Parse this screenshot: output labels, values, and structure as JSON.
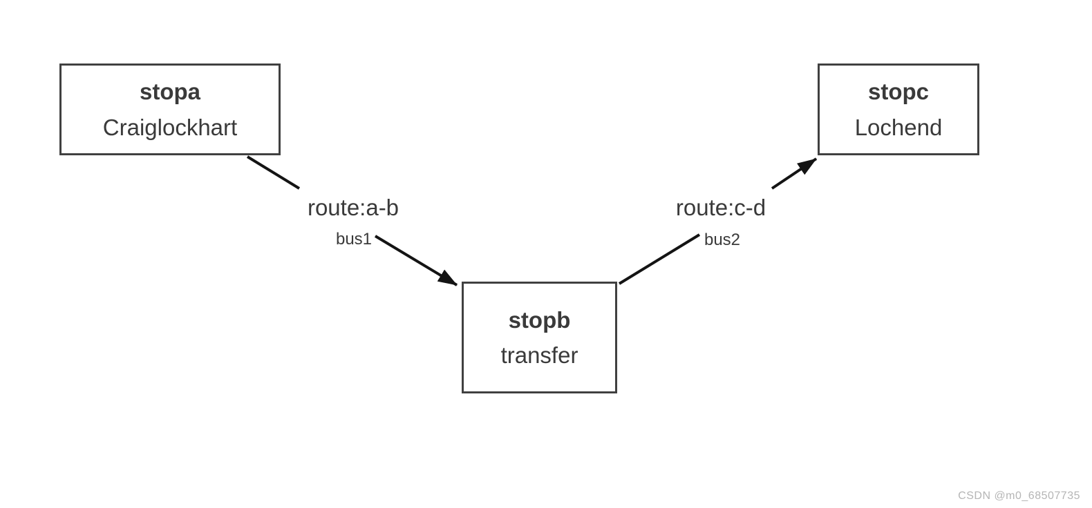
{
  "diagram": {
    "nodes": [
      {
        "id": "stopa",
        "title": "stopa",
        "subtitle": "Craiglockhart"
      },
      {
        "id": "stopb",
        "title": "stopb",
        "subtitle": "transfer"
      },
      {
        "id": "stopc",
        "title": "stopc",
        "subtitle": "Lochend"
      }
    ],
    "edges": [
      {
        "from": "stopa",
        "to": "stopb",
        "label": "route:a-b",
        "sublabel": "bus1"
      },
      {
        "from": "stopb",
        "to": "stopc",
        "label": "route:c-d",
        "sublabel": "bus2"
      }
    ],
    "colors": {
      "node_border": "#404040",
      "node_text": "#3a3a3a",
      "edge_line": "#141414",
      "label_text": "#3a3a3a"
    }
  },
  "watermark": {
    "text": "CSDN @m0_68507735",
    "color": "#b5b5b5"
  }
}
